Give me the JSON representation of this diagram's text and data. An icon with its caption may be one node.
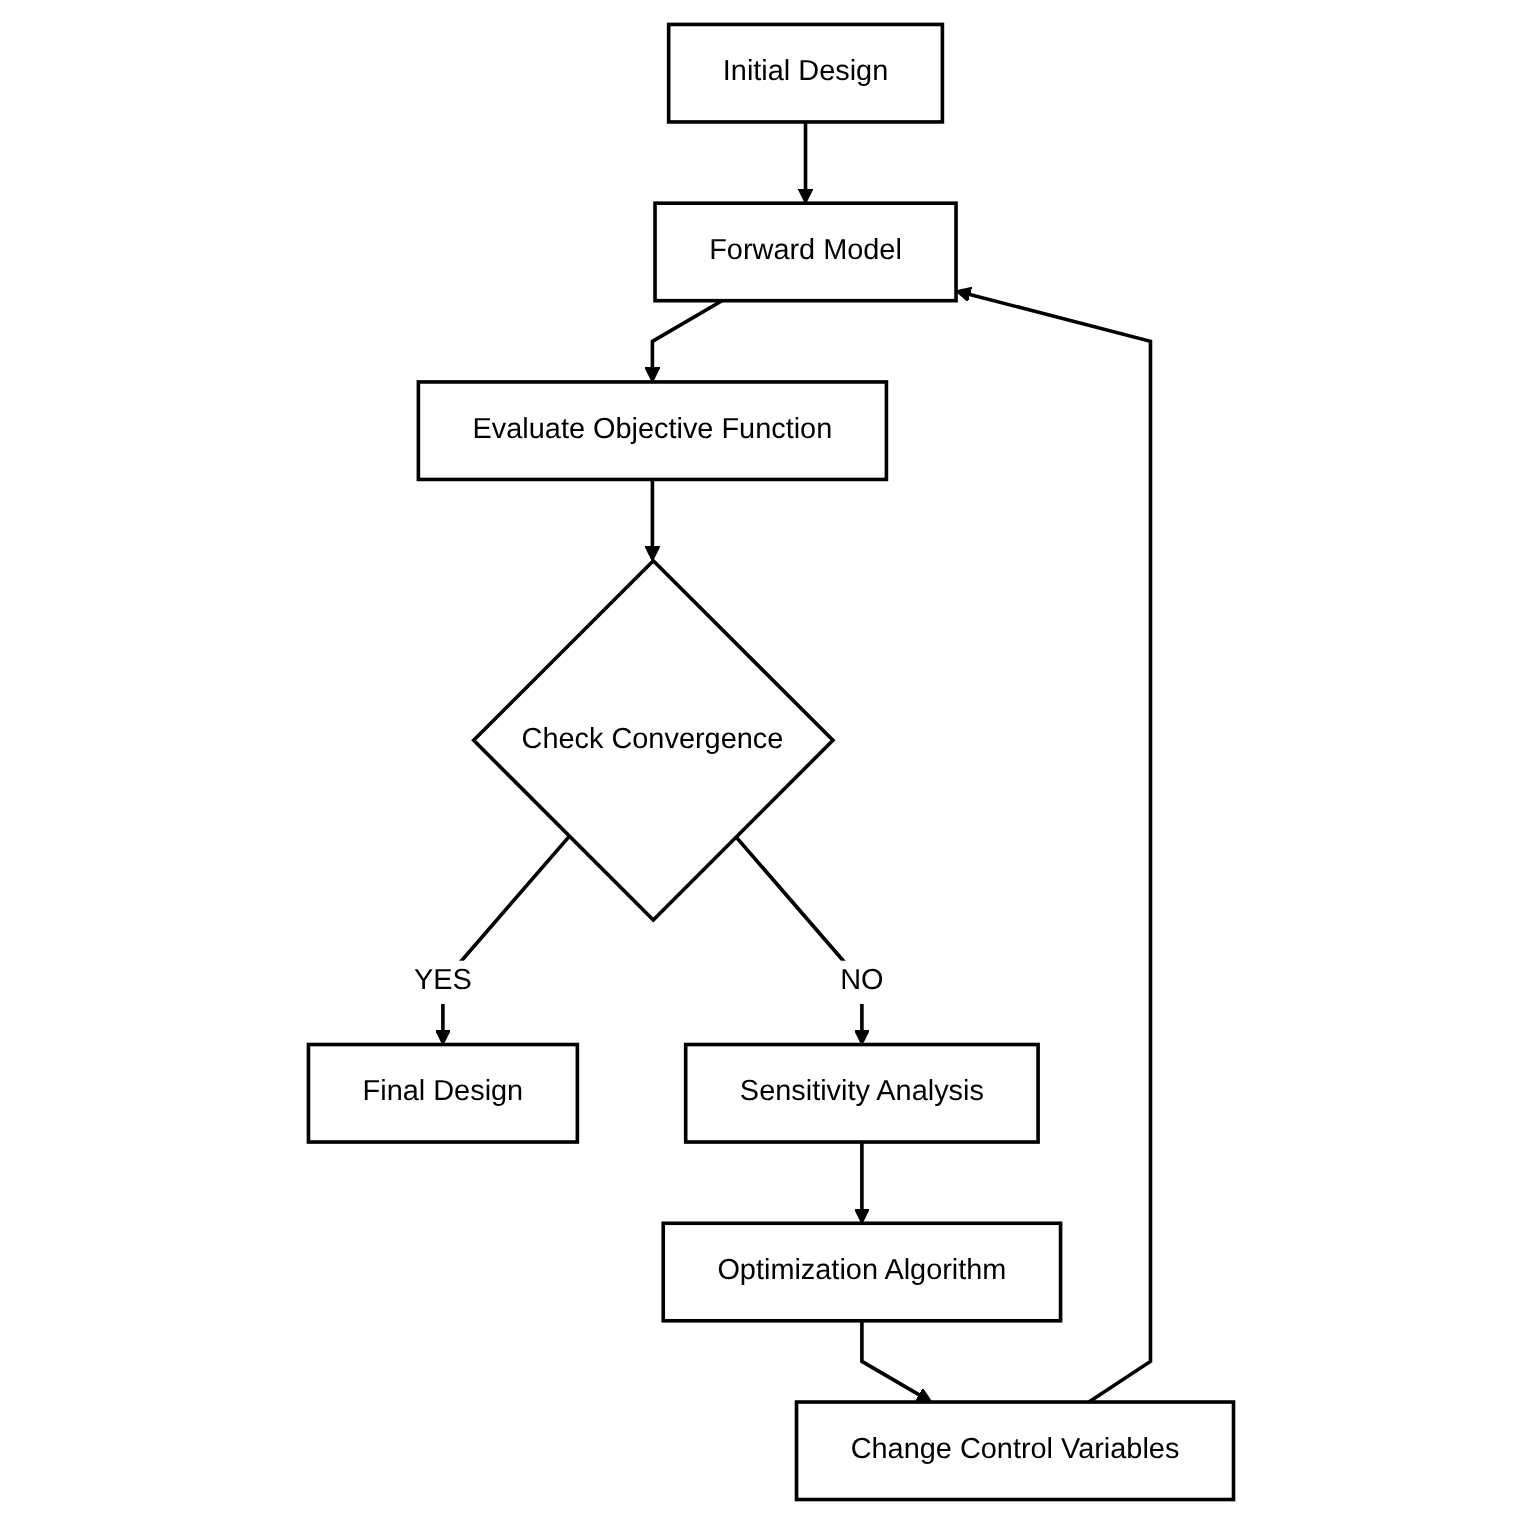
{
  "diagram": {
    "nodes": [
      {
        "text": [
          "Initial Design"
        ]
      },
      {
        "text": [
          "Forward Model"
        ]
      },
      {
        "text": [
          "Evaluate Objective Function"
        ]
      },
      {
        "text": [
          "Check Convergence"
        ]
      },
      {
        "text": [
          "Final Design"
        ]
      },
      {
        "text": [
          "Sensitivity Analysis"
        ]
      },
      {
        "text": [
          "Optimization Algorithm"
        ]
      },
      {
        "text": [
          "Change Control Variables"
        ]
      }
    ],
    "edges": [
      {
        "from": 0,
        "to": 1,
        "arrow": "to"
      },
      {
        "from": 1,
        "to": 2,
        "arrow": "to"
      },
      {
        "from": 2,
        "to": 3,
        "arrow": "to"
      },
      {
        "from": 3,
        "to": 5,
        "arrow": "to",
        "label": "NO"
      },
      {
        "from": 3,
        "to": 4,
        "arrow": "to",
        "label": "YES"
      },
      {
        "from": 5,
        "to": 6,
        "arrow": "to"
      },
      {
        "from": 6,
        "to": 7,
        "arrow": "to"
      },
      {
        "from": 7,
        "to": 1,
        "arrow": "to"
      }
    ]
  }
}
